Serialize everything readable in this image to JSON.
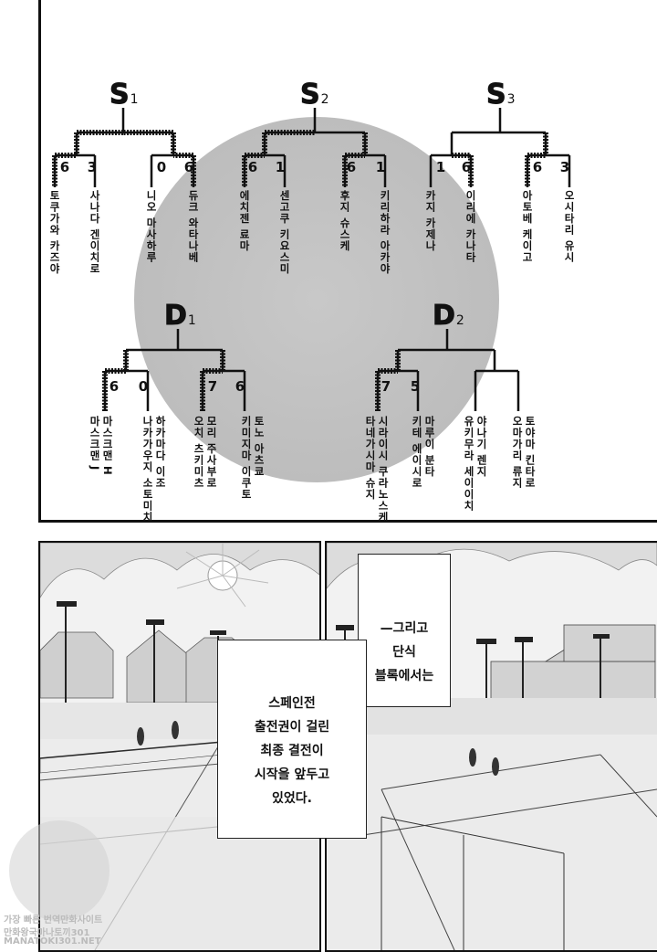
{
  "bracket": {
    "groups": {
      "s1": {
        "letter": "S",
        "num": "1"
      },
      "s2": {
        "letter": "S",
        "num": "2"
      },
      "s3": {
        "letter": "S",
        "num": "3"
      },
      "d1": {
        "letter": "D",
        "num": "1"
      },
      "d2": {
        "letter": "D",
        "num": "2"
      }
    },
    "s1": {
      "left": {
        "score": "6",
        "name": "토쿠가와 카즈야"
      },
      "right": {
        "score": "3",
        "name": "사나다 겐이치로"
      },
      "left2": {
        "score": "0",
        "name": "니오 마사하루"
      },
      "right2": {
        "score": "6",
        "name": "듀크 와타나베"
      }
    },
    "s2": {
      "m1_left": {
        "score": "6",
        "name": "에치젠 료마"
      },
      "m1_right": {
        "score": "1",
        "name": "센고쿠 키요스미"
      },
      "m2_left": {
        "score": "6",
        "name": "후지 슈스케"
      },
      "m2_right": {
        "score": "1",
        "name": "키리하라 아카야"
      }
    },
    "s3": {
      "m1_left": {
        "score": "1",
        "name": "카지 카제나"
      },
      "m1_right": {
        "score": "6",
        "name": "이리에 카나타"
      },
      "m2_left": {
        "score": "6",
        "name": "아토베 케이고"
      },
      "m2_right": {
        "score": "3",
        "name": "오시타리 유시"
      }
    },
    "d1": {
      "m1_left": {
        "score": "6",
        "name_a": "마스크맨 J",
        "name_b": "마스크맨 H"
      },
      "m1_right": {
        "score": "0",
        "name_a": "하카마다 이조",
        "name_b": "나카가우지 소토미치"
      },
      "m2_left": {
        "score": "7",
        "name_a": "모리 주사부로",
        "name_b": "오치 츠키미츠"
      },
      "m2_right": {
        "score": "6",
        "name_a": "토노 아츠쿄",
        "name_b": "키미지마 이쿠토"
      }
    },
    "d2": {
      "m1_left": {
        "score": "7",
        "name_a": "시라이시 쿠라노스케",
        "name_b": "타네가시마 슈지"
      },
      "m1_right": {
        "score": "5",
        "name_a": "마루이 분타",
        "name_b": "키테 에이시로"
      },
      "m2_left": {
        "score": "",
        "name_a": "야나기 렌지",
        "name_b": "유키무라 세이이치"
      },
      "m2_right": {
        "score": "",
        "name_a": "토야마 킨타로",
        "name_b": "오마가리 류지"
      }
    }
  },
  "captions": {
    "right_box": [
      "—그리고",
      "단식",
      "블록에서는"
    ],
    "center_box": [
      "스페인전",
      "출전권이 걸린",
      "최종 결전이",
      "시작을 앞두고",
      "있었다."
    ]
  },
  "watermark": {
    "line1": "가장 빠른 번역만화사이트",
    "line2": "만화왕국마나토끼301",
    "line3": "MANATOKI301.NET"
  }
}
